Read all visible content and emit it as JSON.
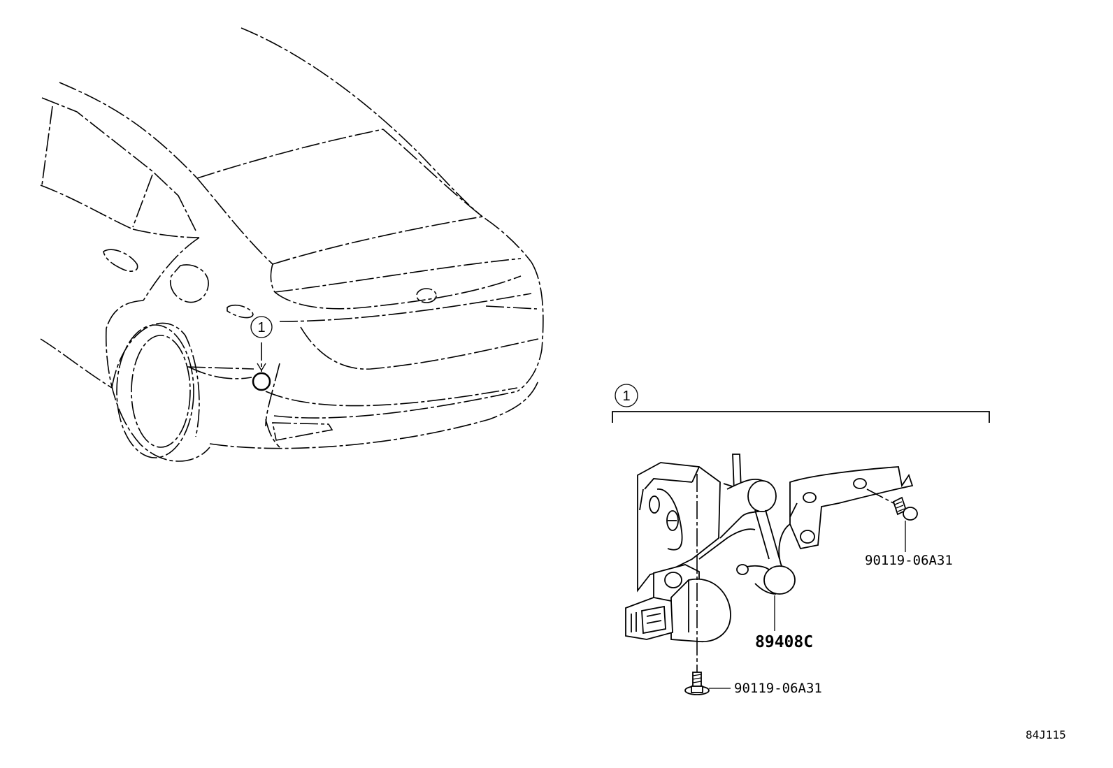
{
  "callouts": {
    "car_marker": "1",
    "assembly": "1"
  },
  "parts": {
    "sensor": "89408C",
    "bolt_right": "90119-06A31",
    "bolt_bottom": "90119-06A31"
  },
  "reference_code": "84J115"
}
